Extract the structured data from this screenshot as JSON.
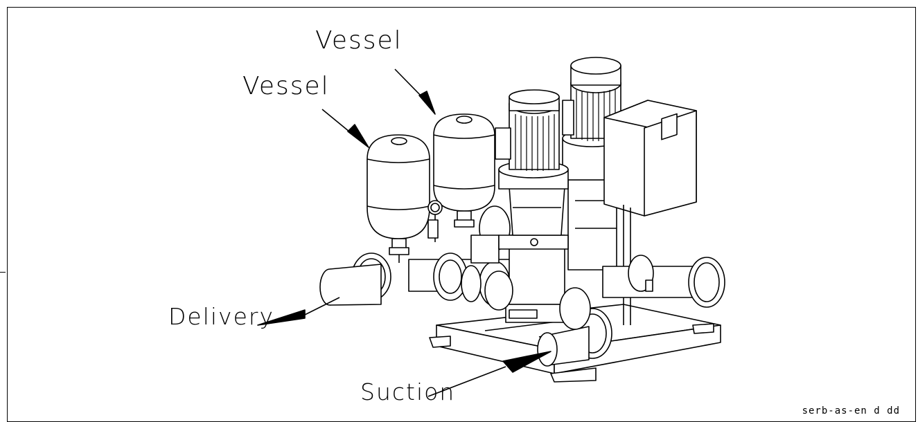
{
  "labels": {
    "vessel_top": "Vessel",
    "vessel_left": "Vessel",
    "delivery": "Delivery",
    "suction": "Suction"
  },
  "drawing_code": "serb-as-en d dd",
  "colors": {
    "line": "#000000",
    "background": "#ffffff"
  }
}
